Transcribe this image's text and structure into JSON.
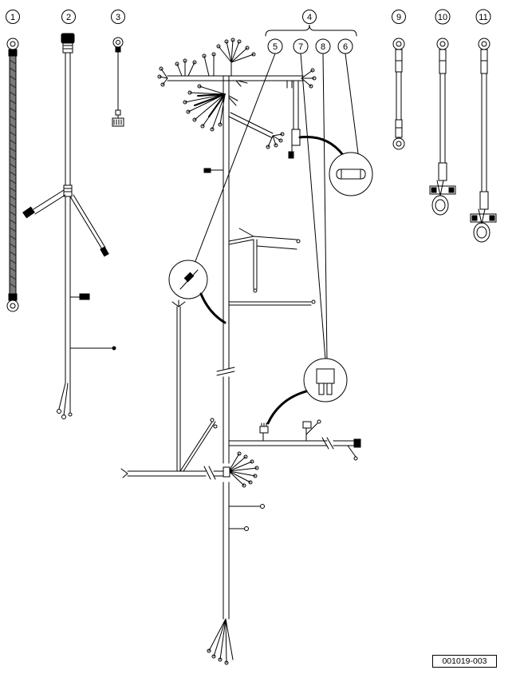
{
  "callouts": [
    {
      "id": "1",
      "label": "1"
    },
    {
      "id": "2",
      "label": "2"
    },
    {
      "id": "3",
      "label": "3"
    },
    {
      "id": "4",
      "label": "4"
    },
    {
      "id": "5",
      "label": "5"
    },
    {
      "id": "7",
      "label": "7"
    },
    {
      "id": "8",
      "label": "8"
    },
    {
      "id": "6",
      "label": "6"
    },
    {
      "id": "9",
      "label": "9"
    },
    {
      "id": "10",
      "label": "10"
    },
    {
      "id": "11",
      "label": "11"
    }
  ],
  "document_number": "001019-003",
  "colors": {
    "line": "#000000",
    "background": "#ffffff",
    "shade": "#9a9a9a"
  }
}
